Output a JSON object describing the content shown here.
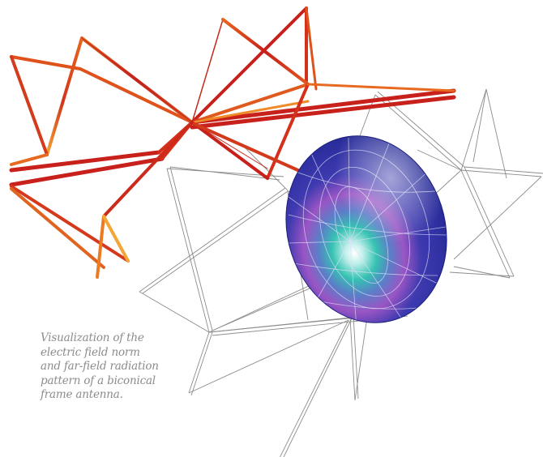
{
  "caption": {
    "lines": [
      "Visualization of the",
      "electric field norm",
      "and far-field radiation",
      "pattern of a biconical",
      "frame antenna."
    ]
  },
  "colors": {
    "background": "#ffffff",
    "caption_text": "#8a8c8e",
    "field_norm_high": "#c8201a",
    "field_norm_mid": "#e8661e",
    "field_norm_low": "#f3a535",
    "wireframe": "#8c8c8c",
    "radiation_pattern_outer": "#2b2f9c",
    "radiation_pattern_mid": "#9a55c4",
    "radiation_pattern_inner": "#36c2b2"
  },
  "icons": {
    "colored_antenna": "biconical-frame-antenna-electric-field-norm",
    "wireframe_antenna": "biconical-frame-antenna-wireframe",
    "radiation_lobe": "far-field-radiation-pattern-lobe"
  }
}
